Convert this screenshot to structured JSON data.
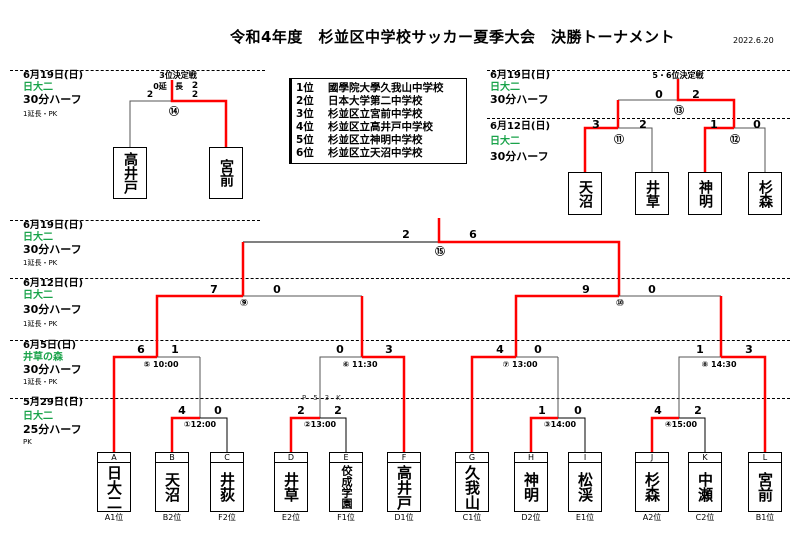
{
  "header": {
    "title": "令和4年度　杉並区中学校サッカー夏季大会　決勝トーナメント",
    "date": "2022.6.20"
  },
  "colors": {
    "winner_line": "#ff0000",
    "loser_line": "#000000",
    "venue": "#1aa34a"
  },
  "standings": [
    {
      "pos": "1位",
      "school": "國學院大學久我山中学校"
    },
    {
      "pos": "2位",
      "school": "日本大学第二中学校"
    },
    {
      "pos": "3位",
      "school": "杉並区立宮前中学校"
    },
    {
      "pos": "4位",
      "school": "杉並区立高井戸中学校"
    },
    {
      "pos": "5位",
      "school": "杉並区立神明中学校"
    },
    {
      "pos": "6位",
      "school": "杉並区立天沼中学校"
    }
  ],
  "rounds_info": {
    "third_place": {
      "date": "6月19日(日)",
      "venue": "日大二",
      "halves": "30分ハーフ",
      "extra": "1延長・PK"
    },
    "fifth_place": {
      "date": "6月19日(日)",
      "venue": "日大二",
      "halves": "30分ハーフ"
    },
    "consolation": {
      "date": "6月12日(日)",
      "venue": "日大二",
      "halves": "30分ハーフ"
    },
    "final": {
      "date": "6月19日(日)",
      "venue": "日大二",
      "halves": "30分ハーフ",
      "extra": "1延長・PK"
    },
    "semifinal": {
      "date": "6月12日(日)",
      "venue": "日大二",
      "halves": "30分ハーフ",
      "extra": "1延長・PK"
    },
    "quarterfinal": {
      "date": "6月5日(日)",
      "venue": "井草の森",
      "halves": "30分ハーフ",
      "extra": "1延長・PK"
    },
    "first_round": {
      "date": "5月29日(日)",
      "venue": "日大二",
      "halves": "25分ハーフ",
      "extra": "PK"
    }
  },
  "third_place_match": {
    "title": "3位決定戦",
    "match_no": "⑭",
    "extra_time_label_left": "0延",
    "extra_time_label_right": "長",
    "score_et_left": "",
    "score_et_right": "2",
    "score_left": "2",
    "score_right": "2",
    "teams": [
      "高井戸",
      "宮前"
    ],
    "winner": "宮前"
  },
  "fifth_place_match": {
    "title": "5・6位決定戦",
    "match_no": "⑬",
    "score_left": "0",
    "score_right": "2",
    "winner": "神明"
  },
  "consolation_matches": [
    {
      "match_no": "⑪",
      "score_left": "3",
      "score_right": "2",
      "teams": [
        "天沼",
        "井草"
      ],
      "winner": "天沼"
    },
    {
      "match_no": "⑫",
      "score_left": "1",
      "score_right": "0",
      "teams": [
        "神明",
        "杉森"
      ],
      "winner": "神明"
    }
  ],
  "final_match": {
    "match_no": "⑮",
    "score_left": "2",
    "score_right": "6",
    "winner": "久我山"
  },
  "semifinals": [
    {
      "match_no": "⑨",
      "score_left": "7",
      "score_right": "0",
      "winner": "日大二"
    },
    {
      "match_no": "⑩",
      "score_left": "9",
      "score_right": "0",
      "winner": "久我山"
    }
  ],
  "quarterfinals": [
    {
      "match_no": "⑤",
      "time": "10:00",
      "score_left": "6",
      "score_right": "1"
    },
    {
      "match_no": "⑥",
      "time": "11:30",
      "score_left": "0",
      "score_right": "3"
    },
    {
      "match_no": "⑦",
      "time": "13:00",
      "score_left": "4",
      "score_right": "0"
    },
    {
      "match_no": "⑧",
      "time": "14:30",
      "score_left": "1",
      "score_right": "3"
    }
  ],
  "first_round": [
    {
      "match_no": "①",
      "time": "12:00",
      "score_left": "4",
      "score_right": "0"
    },
    {
      "match_no": "②",
      "time": "13:00",
      "score_left": "2",
      "score_right": "2",
      "pk_note": "P　5　3　K"
    },
    {
      "match_no": "③",
      "time": "14:00",
      "score_left": "1",
      "score_right": "0"
    },
    {
      "match_no": "④",
      "time": "15:00",
      "score_left": "4",
      "score_right": "2"
    }
  ],
  "teams": [
    {
      "slot": "A",
      "name": "日大二",
      "seed": "A1位"
    },
    {
      "slot": "B",
      "name": "天沼",
      "seed": "B2位"
    },
    {
      "slot": "C",
      "name": "井荻",
      "seed": "F2位"
    },
    {
      "slot": "D",
      "name": "井草",
      "seed": "E2位"
    },
    {
      "slot": "E",
      "name": "佼成学園",
      "seed": "F1位"
    },
    {
      "slot": "F",
      "name": "高井戸",
      "seed": "D1位"
    },
    {
      "slot": "G",
      "name": "久我山",
      "seed": "C1位"
    },
    {
      "slot": "H",
      "name": "神明",
      "seed": "D2位"
    },
    {
      "slot": "I",
      "name": "松渓",
      "seed": "E1位"
    },
    {
      "slot": "J",
      "name": "杉森",
      "seed": "A2位"
    },
    {
      "slot": "K",
      "name": "中瀬",
      "seed": "C2位"
    },
    {
      "slot": "L",
      "name": "宮前",
      "seed": "B1位"
    }
  ]
}
